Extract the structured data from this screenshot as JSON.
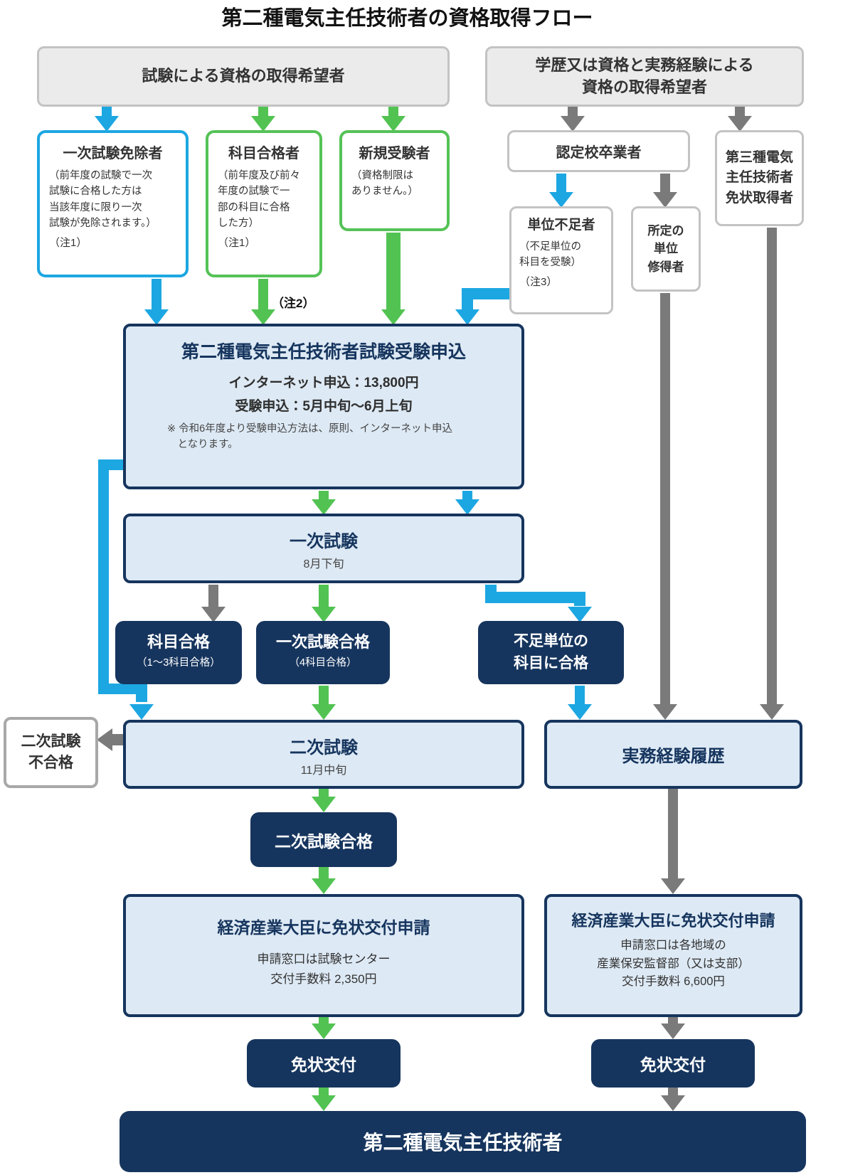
{
  "title": "第二種電気主任技術者の資格取得フロー",
  "colors": {
    "accent_blue": "#1da7e2",
    "accent_green": "#52c353",
    "arrow_gray": "#7a7a7a",
    "navy": "#16355e",
    "light_blue_fill": "#dde9f4",
    "header_gray_fill": "#ebebeb",
    "gray_border": "#c3c3c3"
  },
  "nodes": {
    "exam_route": {
      "label": "試験による資格の取得希望者"
    },
    "edu_route": {
      "label": "学歴又は資格と実務経験による\n資格の取得希望者"
    },
    "first_exam_exempt": {
      "title": "一次試験免除者",
      "body": "（前年度の試験で一次\n試験に合格した方は\n当該年度に限り一次\n試験が免除されます。）",
      "note": "（注1）"
    },
    "subject_passer": {
      "title": "科目合格者",
      "body": "（前年度及び前々\n年度の試験で一\n部の科目に合格\nした方）",
      "note": "（注1）"
    },
    "new_examinee": {
      "title": "新規受験者",
      "body": "（資格制限は\nありません。）"
    },
    "accredited_grad": {
      "label": "認定校卒業者"
    },
    "third_class_holder": {
      "label": "第三種電気\n主任技術者\n免状取得者"
    },
    "credit_short": {
      "title": "単位不足者",
      "body": "（不足単位の\n科目を受験）",
      "note": "（注3）"
    },
    "required_credit": {
      "label": "所定の\n単位\n修得者"
    },
    "apply": {
      "title": "第二種電気主任技術者試験受験申込",
      "line1": "インターネット申込：13,800円",
      "line2": "受験申込：5月中旬～6月上旬",
      "note": "※ 令和6年度より受験申込方法は、原則、インターネット申込\n　となります。"
    },
    "primary_exam": {
      "title": "一次試験",
      "schedule": "8月下旬"
    },
    "subject_pass": {
      "title": "科目合格",
      "sub": "（1～3科目合格）"
    },
    "primary_pass": {
      "title": "一次試験合格",
      "sub": "（4科目合格）"
    },
    "credit_pass": {
      "label": "不足単位の\n科目に合格"
    },
    "secondary_exam": {
      "title": "二次試験",
      "schedule": "11月中旬"
    },
    "secondary_fail": {
      "label": "二次試験\n不合格"
    },
    "secondary_pass": {
      "label": "二次試験合格"
    },
    "work_experience": {
      "label": "実務経験履歴"
    },
    "license_apply_exam": {
      "title": "経済産業大臣に免状交付申請",
      "body": "申請窓口は試験センター\n交付手数料 2,350円"
    },
    "license_apply_edu": {
      "title": "経済産業大臣に免状交付申請",
      "body": "申請窓口は各地域の\n産業保安監督部（又は支部）\n交付手数料 6,600円"
    },
    "license_issue_exam": {
      "label": "免状交付"
    },
    "license_issue_edu": {
      "label": "免状交付"
    },
    "final": {
      "label": "第二種電気主任技術者"
    }
  },
  "annotations": {
    "note2": "（注2）"
  }
}
